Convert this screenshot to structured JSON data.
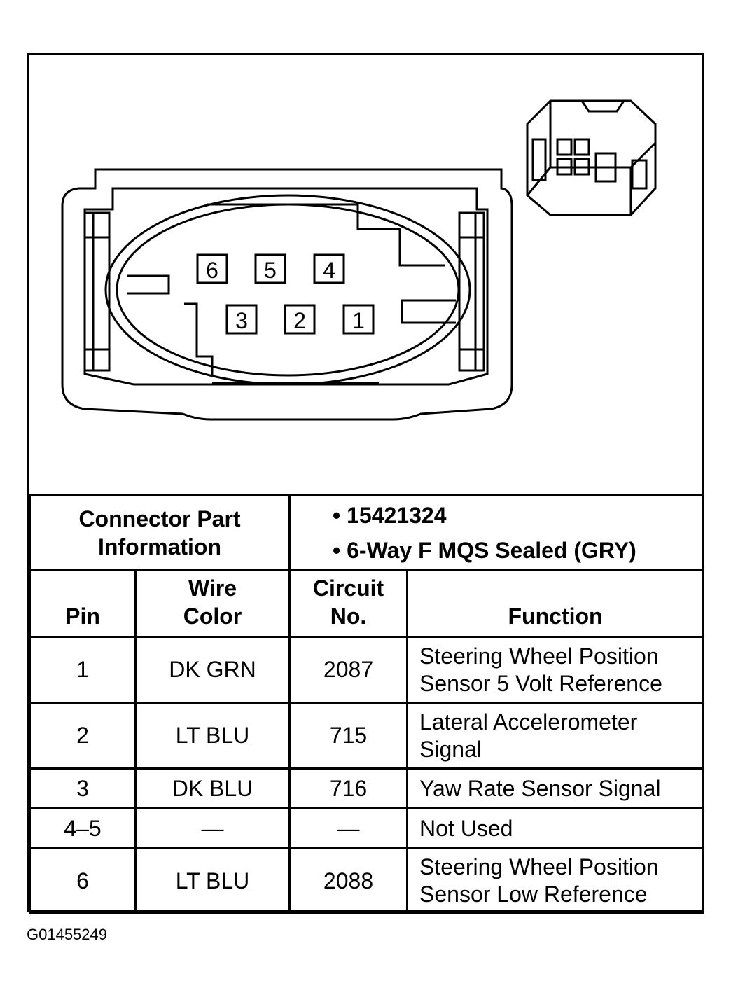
{
  "connector": {
    "pins_top": [
      "6",
      "5",
      "4"
    ],
    "pins_bottom": [
      "3",
      "2",
      "1"
    ]
  },
  "part_info": {
    "label_line1": "Connector Part",
    "label_line2": "Information",
    "bullets": [
      "15421324",
      "6-Way F MQS Sealed (GRY)"
    ]
  },
  "table": {
    "headers": {
      "pin": "Pin",
      "wire_color_1": "Wire",
      "wire_color_2": "Color",
      "circuit_1": "Circuit",
      "circuit_2": "No.",
      "function": "Function"
    },
    "rows": [
      {
        "pin": "1",
        "color": "DK GRN",
        "circuit": "2087",
        "function_1": "Steering Wheel Position",
        "function_2": "Sensor 5 Volt Reference"
      },
      {
        "pin": "2",
        "color": "LT BLU",
        "circuit": "715",
        "function_1": "Lateral Accelerometer",
        "function_2": "Signal"
      },
      {
        "pin": "3",
        "color": "DK BLU",
        "circuit": "716",
        "function_1": "Yaw Rate Sensor Signal",
        "function_2": ""
      },
      {
        "pin": "4–5",
        "color": "—",
        "circuit": "—",
        "function_1": "Not Used",
        "function_2": ""
      },
      {
        "pin": "6",
        "color": "LT BLU",
        "circuit": "2088",
        "function_1": "Steering Wheel Position",
        "function_2": "Sensor Low Reference"
      }
    ]
  },
  "figure_code": "G01455249"
}
